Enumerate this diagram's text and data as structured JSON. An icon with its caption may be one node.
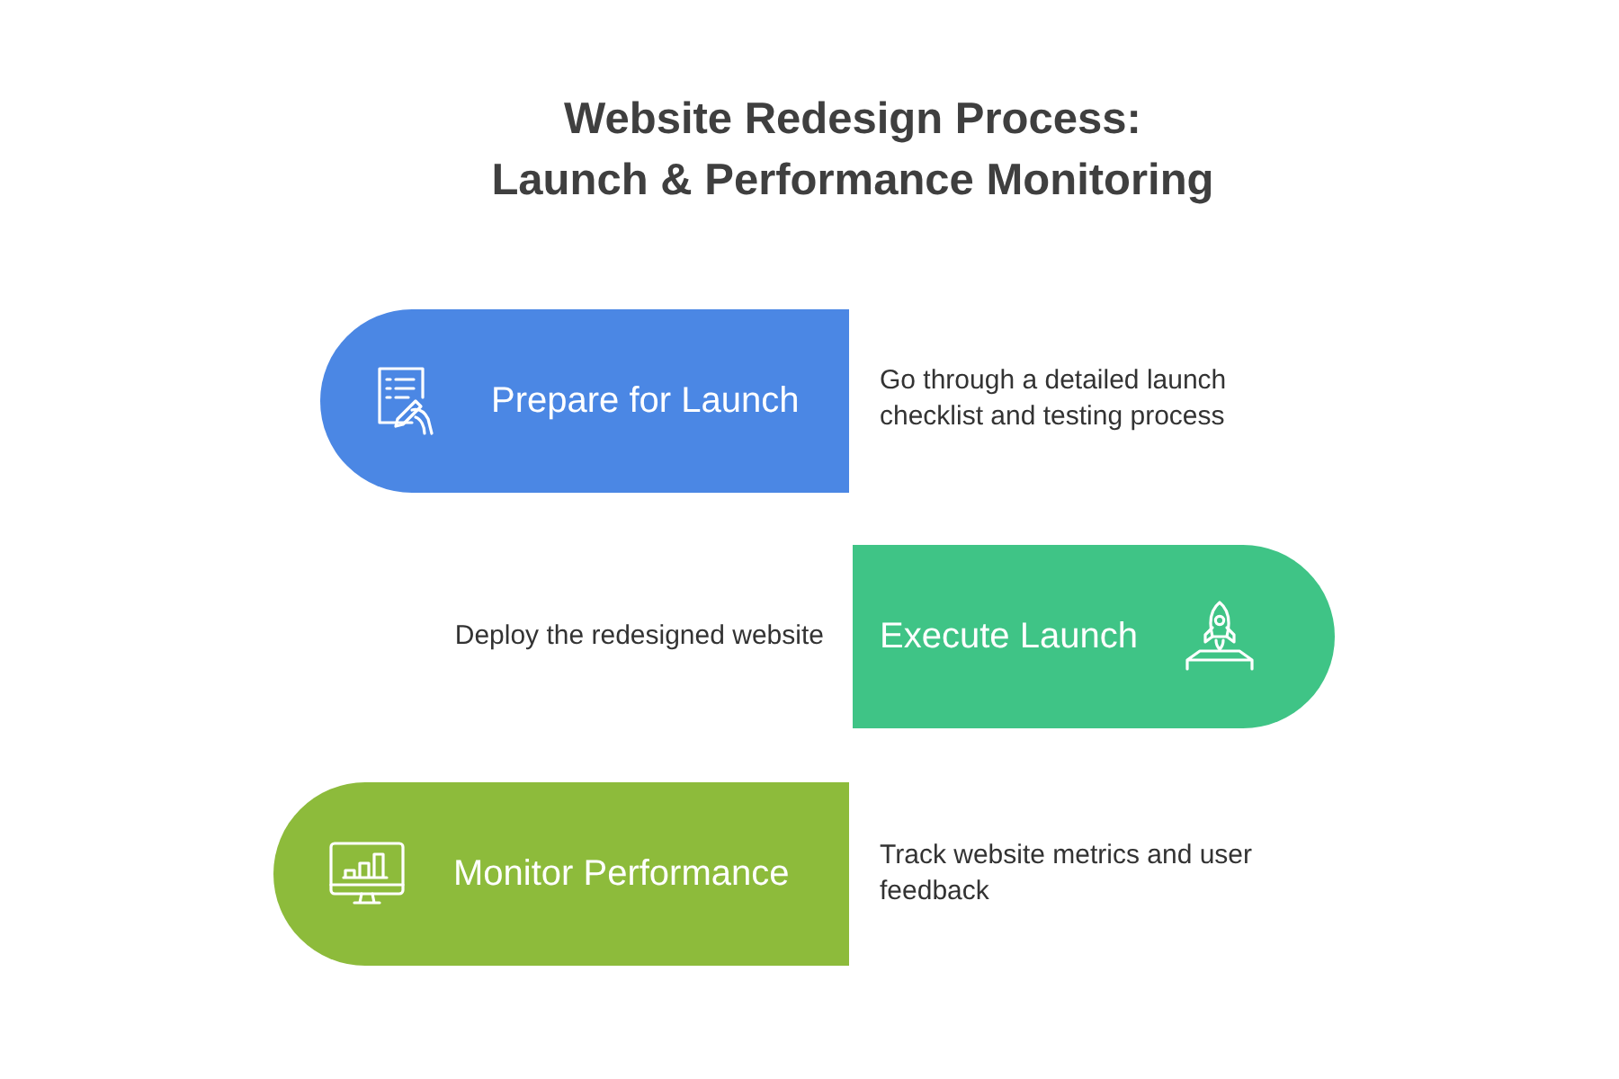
{
  "diagram": {
    "title": "Website Redesign Process: Launch & Performance Monitoring",
    "nodes": [
      {
        "text": [
          "Prepare for Launch"
        ],
        "beside": [
          "Go through a detailed launch checklist and testing process"
        ]
      },
      {
        "text": [
          "Execute Launch"
        ],
        "beside": [
          "Deploy the redesigned website"
        ]
      },
      {
        "text": [
          "Monitor Performance"
        ],
        "beside": [
          "Track website metrics and user feedback"
        ]
      }
    ]
  }
}
